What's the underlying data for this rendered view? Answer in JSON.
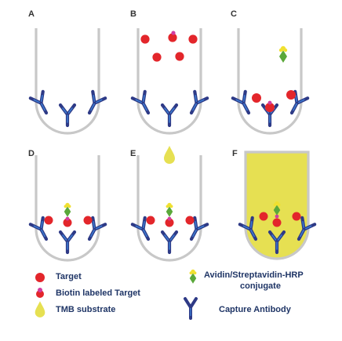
{
  "panels": [
    "A",
    "B",
    "C",
    "D",
    "E",
    "F"
  ],
  "legend": {
    "target": "Target",
    "biotin_target": "Biotin labeled Target",
    "tmb": "TMB substrate",
    "avidin_line1": "Avidin/Streptavidin-HRP",
    "avidin_line2": "conjugate",
    "capture_antibody": "Capture Antibody"
  },
  "colors": {
    "well_outline": "#c8c8c8",
    "antibody_dark": "#2e3a86",
    "antibody_light": "#3b7ad0",
    "target_red": "#e3262b",
    "biotin_magenta": "#d23ca0",
    "tmb_yellow": "#e6e052",
    "avidin_green": "#5aa83a",
    "avidin_yellow": "#f0e030",
    "label_navy": "#1f3566"
  },
  "icons": [
    "target-icon",
    "biotin-target-icon",
    "tmb-drop-icon",
    "avidin-hrp-icon",
    "capture-antibody-icon"
  ]
}
